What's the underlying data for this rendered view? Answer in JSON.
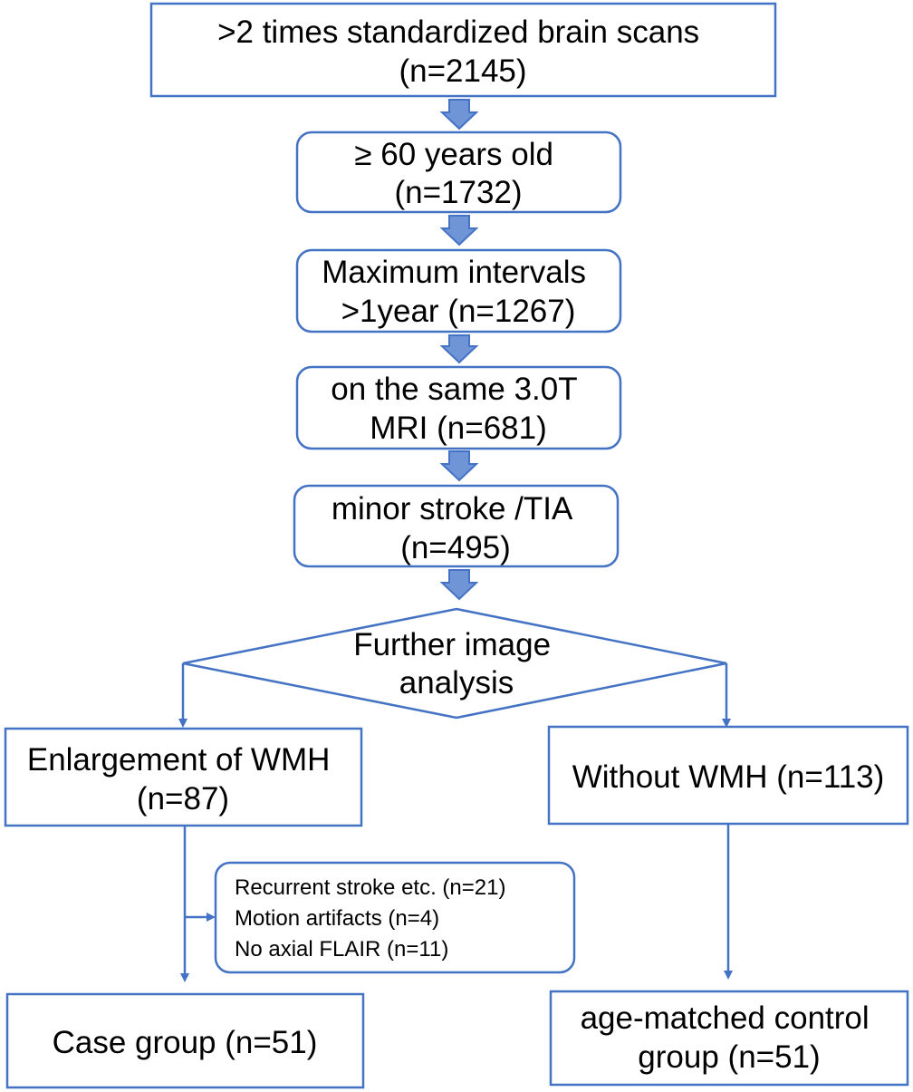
{
  "colors": {
    "stroke": "#4472c4",
    "arrow_fill": "#6f95d6",
    "background": "#ffffff",
    "text": "#000000"
  },
  "nodes": {
    "brain_scans": {
      "lines": [
        ">2 times standardized  brain scans",
        "(n=2145)"
      ]
    },
    "age_60": {
      "lines": [
        "≥ 60 years old",
        "(n=1732)"
      ]
    },
    "max_intervals": {
      "lines": [
        "Maximum intervals",
        ">1year (n=1267)"
      ]
    },
    "same_mri": {
      "lines": [
        "on the same 3.0T",
        "MRI (n=681)"
      ]
    },
    "minor_stroke": {
      "lines": [
        "minor stroke /TIA",
        "(n=495)"
      ]
    },
    "further_analysis": {
      "lines": [
        "Further image",
        "analysis"
      ]
    },
    "enlargement_wmh": {
      "lines": [
        "Enlargement of WMH",
        "(n=87)"
      ]
    },
    "without_wmh": {
      "lines": [
        "Without WMH (n=113)"
      ]
    },
    "exclusions": {
      "lines": [
        "Recurrent stroke etc. (n=21)",
        "Motion artifacts (n=4)",
        "No axial FLAIR (n=11)"
      ]
    },
    "case_group": {
      "lines": [
        "Case group (n=51)"
      ]
    },
    "control_group": {
      "lines": [
        "age-matched control",
        "group (n=51)"
      ]
    }
  }
}
